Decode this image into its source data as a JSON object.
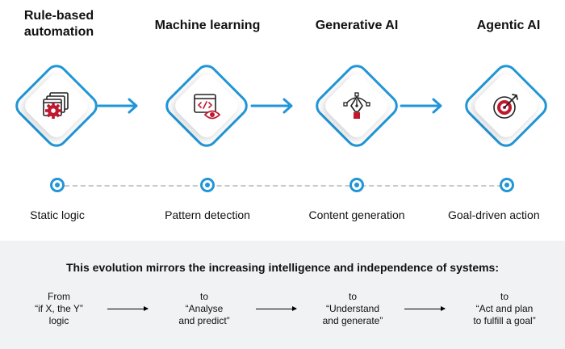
{
  "stages": [
    {
      "title_line1": "Rule-based",
      "title_line2": "automation",
      "label": "Static logic",
      "icon": "gear-windows-icon"
    },
    {
      "title_line1": "Machine learning",
      "title_line2": "",
      "label": "Pattern detection",
      "icon": "code-eye-icon"
    },
    {
      "title_line1": "Generative AI",
      "title_line2": "",
      "label": "Content generation",
      "icon": "pen-nib-icon"
    },
    {
      "title_line1": "Agentic AI",
      "title_line2": "",
      "label": "Goal-driven action",
      "icon": "target-arrow-icon"
    }
  ],
  "panel": {
    "heading": "This evolution mirrors the increasing intelligence and independence of systems:",
    "steps": [
      {
        "line1": "From",
        "line2": "“if X, the Y”",
        "line3": "logic"
      },
      {
        "line1": "to",
        "line2": "“Analyse",
        "line3": "and predict”"
      },
      {
        "line1": "to",
        "line2": "“Understand",
        "line3": "and generate”"
      },
      {
        "line1": "to",
        "line2": "“Act and plan",
        "line3": "to fulfill a goal”"
      }
    ]
  },
  "colors": {
    "accent_blue": "#2196d6",
    "accent_red": "#c0182f",
    "panel_bg": "#f1f2f4"
  }
}
